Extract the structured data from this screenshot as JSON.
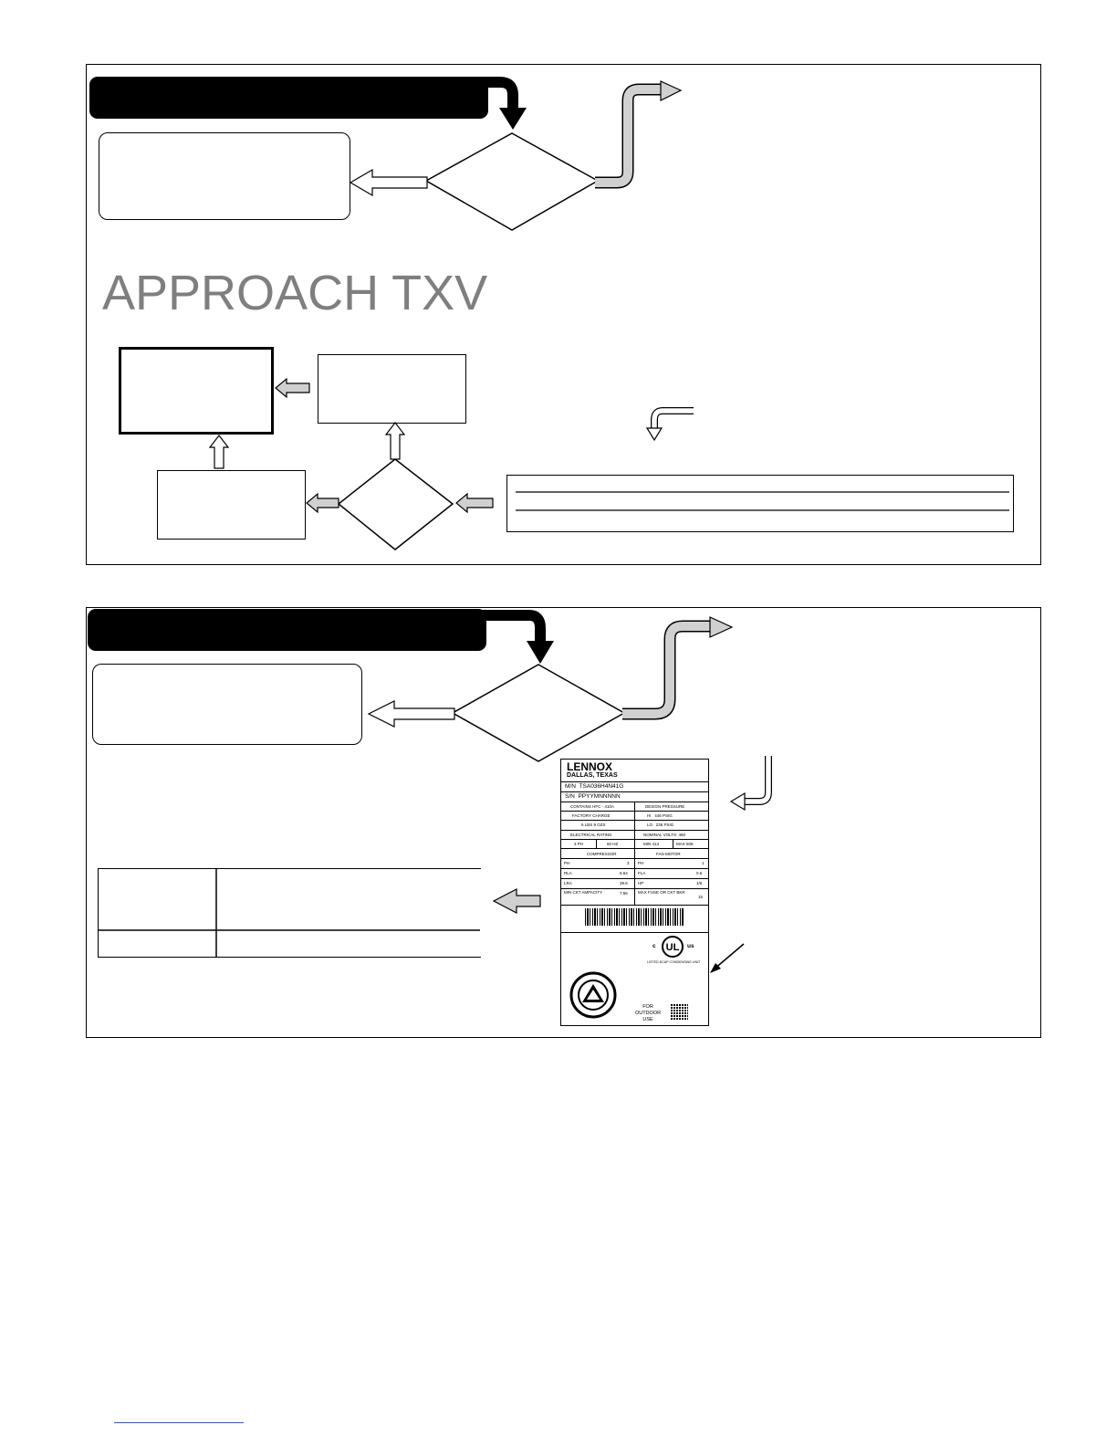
{
  "heading": "APPROACH TXV",
  "nameplate": {
    "brand": "LENNOX",
    "location": "DALLAS,  TEXAS",
    "model_label": "M/N",
    "model": "TSA036H4N41G",
    "serial_label": "S/N",
    "serial": "PPYYMNNNNN",
    "contains": "CONTAINS HFC - 410A",
    "design_pressure": "DESIGN PRESSURE",
    "factory_charge": "FACTORY CHARGE",
    "hi_label": "HI",
    "hi_value": "446 PSIG",
    "charge_value": "6 LBS  9 OZS",
    "lo_label": "LO",
    "lo_value": "236 PSIG",
    "electrical_rating": "ELECTRICAL RATING",
    "nominal_volts": "NOMINAL VOLTS: 460",
    "phase": "3  PH",
    "hertz": "60  HZ",
    "min_volts": "MIN  414",
    "max_volts": "MAX  506",
    "compressor": "COMPRESSOR",
    "fan_motor": "FAN MOTOR",
    "ph_label": "PH",
    "comp_ph": "3",
    "fan_ph": "1",
    "rla_label": "RLA",
    "rla_value": "6.64",
    "fla_label": "FLA",
    "fla_value": "0.6",
    "lra_label": "LRA",
    "lra_value": "39.6",
    "hp_label": "HP",
    "hp_value": "1/6",
    "min_ampacity": "MIN CKT AMPACITY",
    "min_ampacity_value": "7.56",
    "max_fuse": "MAX FUSE OR CKT BKR",
    "max_fuse_value": "15",
    "for_outdoor_use": "FOR OUTDOOR USE",
    "ul_c": "c",
    "ul_us": "us",
    "listed": "LISTED DCAP CONDENSING UNIT"
  }
}
